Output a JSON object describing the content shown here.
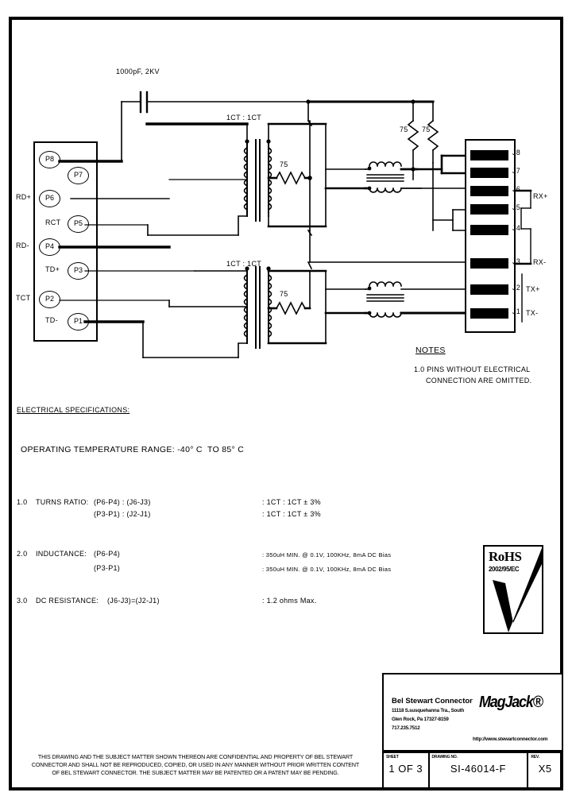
{
  "drawing": {
    "capacitor_label": "1000pF, 2KV",
    "transformer_ratio_top": "1CT : 1CT",
    "transformer_ratio_bottom": "1CT : 1CT",
    "resistor_top": "75",
    "resistor_bottom": "75",
    "termination_resistor_1": "75",
    "termination_resistor_2": "75"
  },
  "left_connector": {
    "pins": [
      {
        "id": "P8",
        "signal": ""
      },
      {
        "id": "P7",
        "signal": ""
      },
      {
        "id": "P6",
        "signal": "RD+"
      },
      {
        "id": "P5",
        "signal": "RCT"
      },
      {
        "id": "P4",
        "signal": "RD-"
      },
      {
        "id": "P3",
        "signal": "TD+"
      },
      {
        "id": "P2",
        "signal": "TCT"
      },
      {
        "id": "P1",
        "signal": "TD-"
      }
    ]
  },
  "right_connector": {
    "pins": [
      {
        "id": "J8",
        "signal": ""
      },
      {
        "id": "J7",
        "signal": ""
      },
      {
        "id": "J6",
        "signal": "RX+"
      },
      {
        "id": "J5",
        "signal": ""
      },
      {
        "id": "J4",
        "signal": ""
      },
      {
        "id": "J3",
        "signal": "RX-"
      },
      {
        "id": "J2",
        "signal": "TX+"
      },
      {
        "id": "J1",
        "signal": "TX-"
      }
    ]
  },
  "notes": {
    "heading": "NOTES",
    "line1": "1.0 PINS WITHOUT ELECTRICAL",
    "line2": "CONNECTION ARE OMITTED."
  },
  "specs": {
    "heading": "ELECTRICAL SPECIFICATIONS:",
    "operating_temp": "OPERATING TEMPERATURE RANGE: -40° C  TO 85° C",
    "items": [
      {
        "number": "1.0",
        "name": "TURNS RATIO:",
        "rows": [
          {
            "left": "(P6-P4) : (J6-J3)",
            "right": ": 1CT : 1CT ± 3%"
          },
          {
            "left": "(P3-P1) : (J2-J1)",
            "right": ": 1CT : 1CT ± 3%"
          }
        ]
      },
      {
        "number": "2.0",
        "name": "INDUCTANCE:",
        "rows": [
          {
            "left": "(P6-P4)",
            "right": ": 350uH MIN. @ 0.1V, 100KHz, 8mA DC Bias"
          },
          {
            "left": "(P3-P1)",
            "right": ": 350uH MIN. @ 0.1V, 100KHz, 8mA DC Bias"
          }
        ]
      },
      {
        "number": "3.0",
        "name": "DC RESISTANCE:",
        "rows": [
          {
            "left": "(J6-J3)=(J2-J1)",
            "right": ": 1.2 ohms Max."
          }
        ]
      }
    ]
  },
  "rohs": {
    "label": "RoHS",
    "directive": "2002/95/EC"
  },
  "title_block": {
    "company": "Bel Stewart Connector",
    "address_line1": "11118 S.susquehanna Tra., South",
    "address_line2": "Glen Rock, Pa  17327-8159",
    "address_line3": "717.235.7512",
    "brand": "MagJack®",
    "website": "http://www.stewartconnector.com",
    "sheet_label": "SHEET",
    "sheet_value": "1 OF 3",
    "drawing_label": "DRAWING NO.",
    "drawing_value": "SI-46014-F",
    "rev_label": "REV.",
    "rev_value": "X5"
  },
  "disclaimer": {
    "line1": "THIS DRAWING AND THE SUBJECT MATTER SHOWN THEREON ARE CONFIDENTIAL AND PROPERTY OF BEL STEWART",
    "line2": "CONNECTOR AND SHALL NOT BE REPRODUCED, COPIED, OR USED IN ANY MANNER WITHOUT PRIOR WRITTEN CONTENT",
    "line3": "OF BEL STEWART CONNECTOR.  THE SUBJECT MATTER MAY BE PATENTED OR A PATENT MAY BE PENDING."
  },
  "colors": {
    "ink": "#000000",
    "paper": "#ffffff"
  }
}
